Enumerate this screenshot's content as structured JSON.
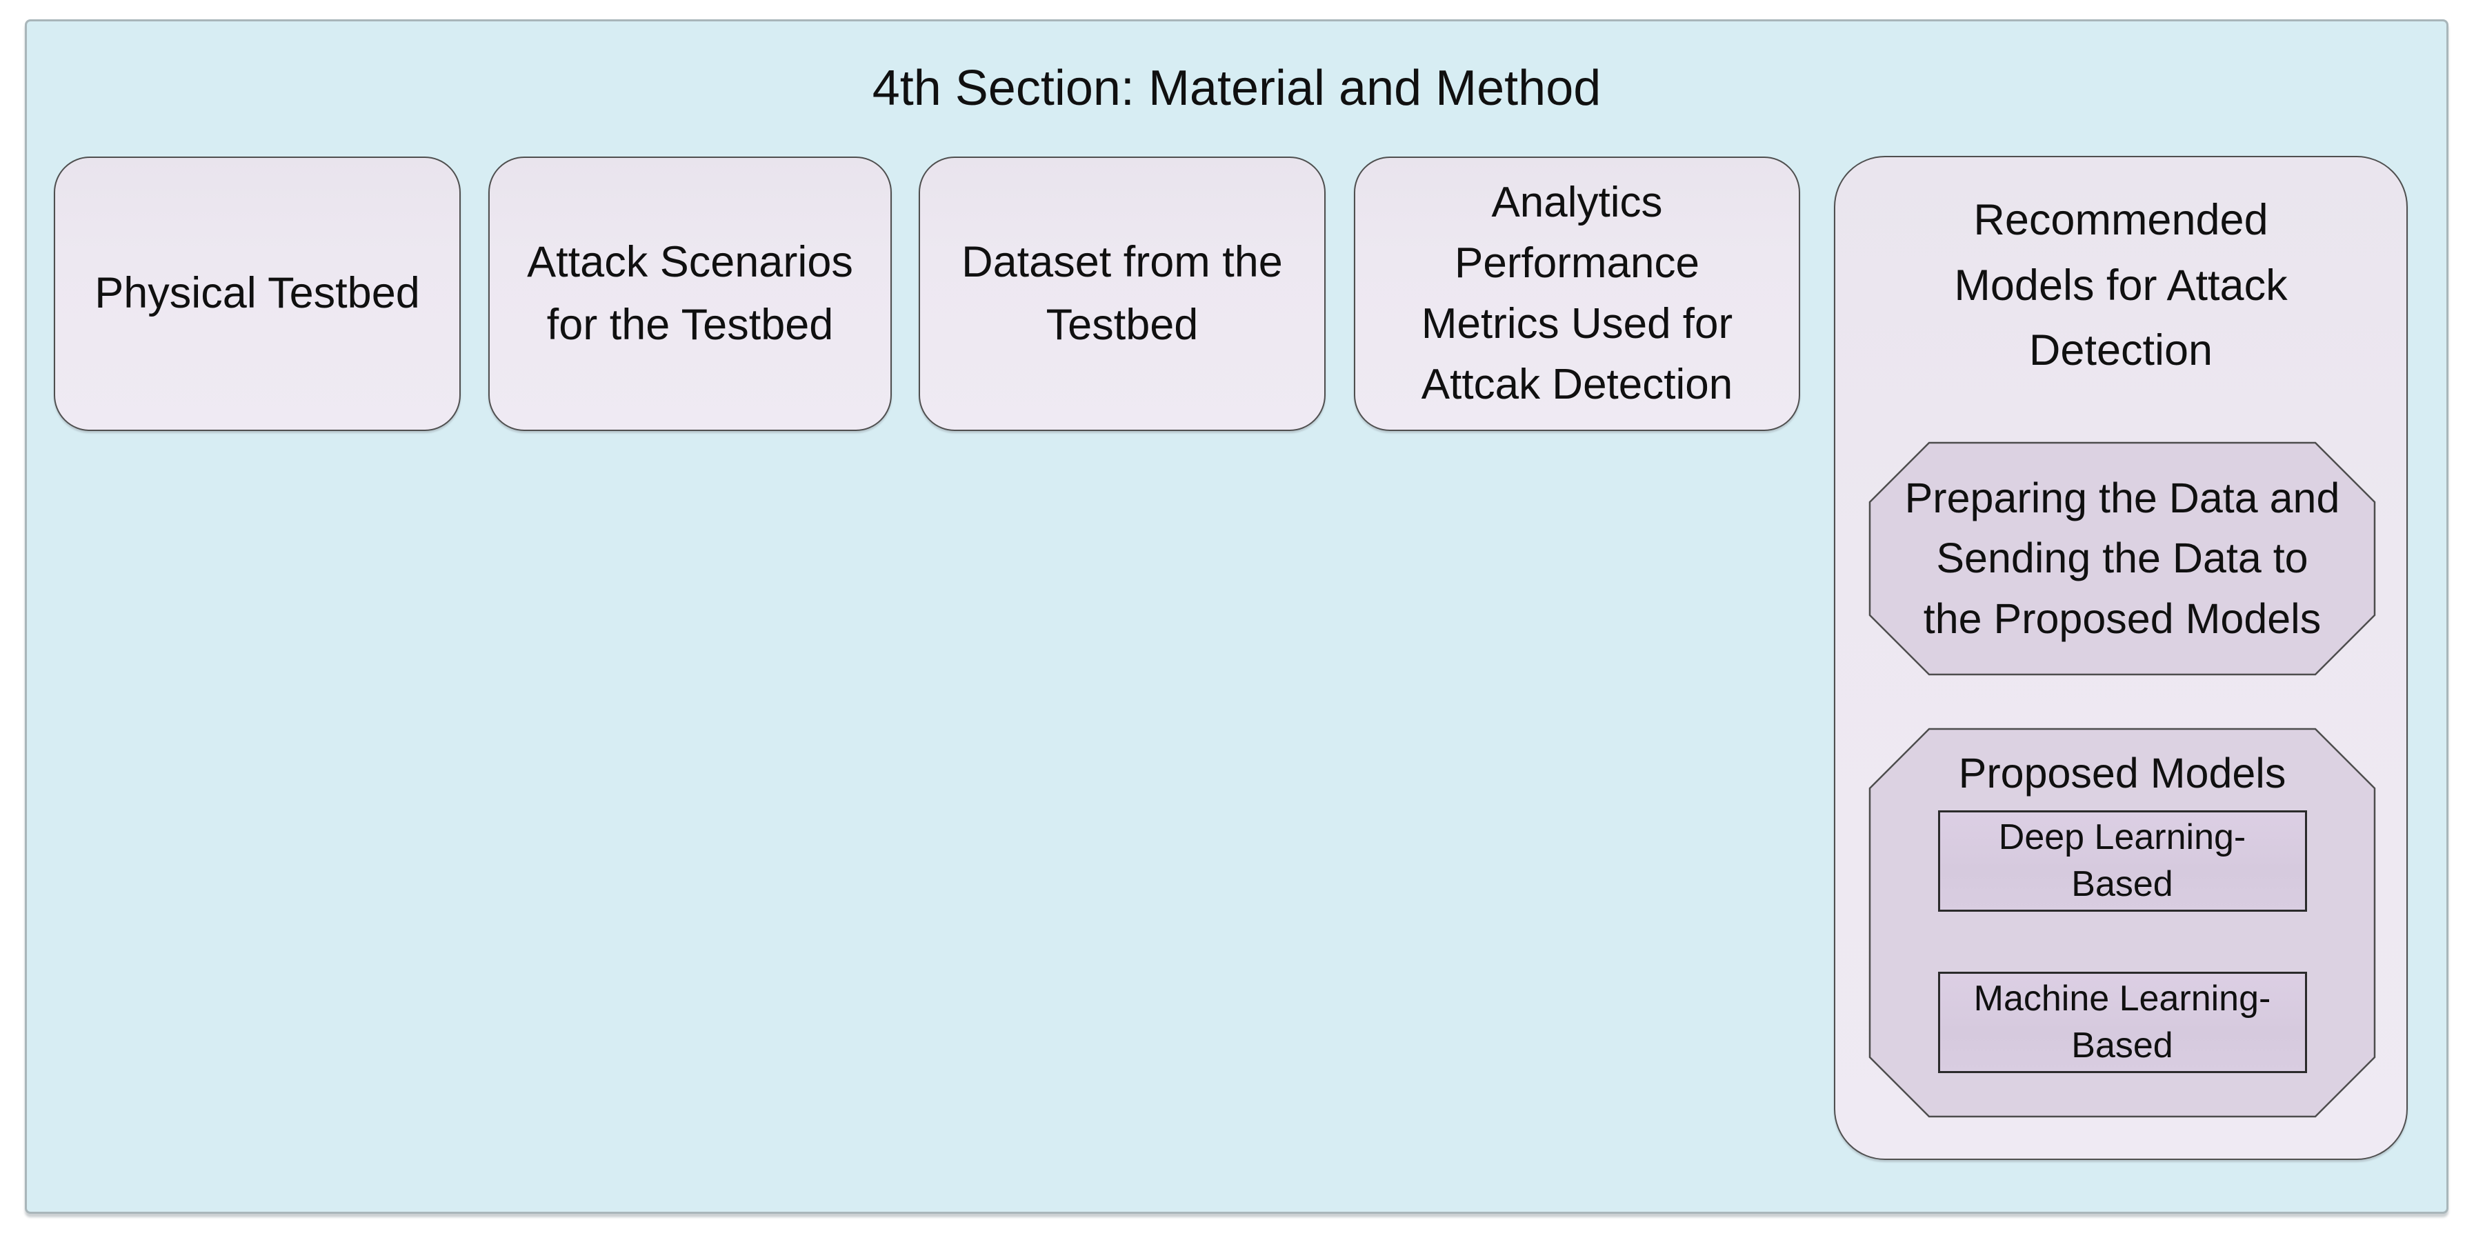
{
  "diagram": {
    "title": "4th Section: Material and Method",
    "boxes": [
      {
        "id": "physical-testbed",
        "lines": [
          "Physical Testbed"
        ]
      },
      {
        "id": "attack-scenarios",
        "lines": [
          "Attack Scenarios",
          "for the Testbed"
        ]
      },
      {
        "id": "dataset",
        "lines": [
          "Dataset from the",
          "Testbed"
        ]
      },
      {
        "id": "analytics-metrics",
        "lines": [
          "Analytics",
          "Performance",
          "Metrics Used for",
          "Attcak Detection"
        ]
      }
    ],
    "panel": {
      "title_lines": [
        "Recommended",
        "Models for Attack",
        "Detection"
      ],
      "step1_lines": [
        "Preparing the Data and",
        "Sending the Data to",
        "the Proposed Models"
      ],
      "step2_title": "Proposed Models",
      "models": [
        {
          "id": "deep-learning",
          "lines": [
            "Deep Learning-",
            "Based"
          ]
        },
        {
          "id": "machine-learning",
          "lines": [
            "Machine Learning-",
            "Based"
          ]
        }
      ]
    },
    "colors": {
      "frame_bg": "#d7edf3",
      "frame_border": "#a9b6ba",
      "box_bg": "#ede8f1",
      "box_border": "#4f4f4f",
      "octagon_bg": "#dcd2e2",
      "octagon_border": "#4d4d4d",
      "model_bg": "#d6cade",
      "model_border": "#2b2b2b",
      "text": "#101010"
    }
  }
}
